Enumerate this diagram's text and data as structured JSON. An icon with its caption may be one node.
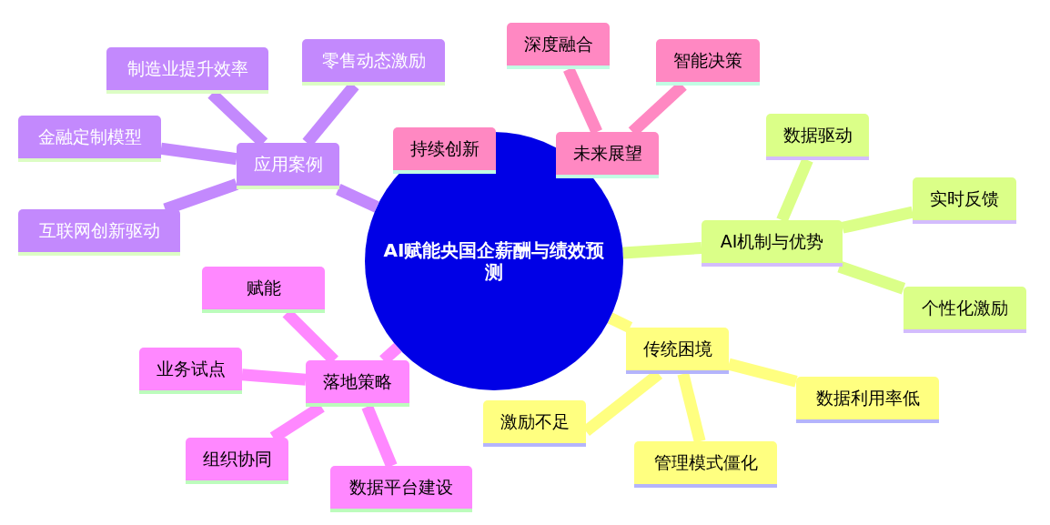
{
  "diagram": {
    "nodes": [
      {
        "text": [
          "AI赋能央国企薪酬与绩效预测"
        ]
      },
      {
        "text": [
          "应用案例"
        ]
      },
      {
        "text": [
          "制造业提升效率"
        ]
      },
      {
        "text": [
          "零售动态激励"
        ]
      },
      {
        "text": [
          "金融定制模型"
        ]
      },
      {
        "text": [
          "互联网创新驱动"
        ]
      },
      {
        "text": [
          "持续创新"
        ]
      },
      {
        "text": [
          "未来展望"
        ]
      },
      {
        "text": [
          "深度融合"
        ]
      },
      {
        "text": [
          "智能决策"
        ]
      },
      {
        "text": [
          "AI机制与优势"
        ]
      },
      {
        "text": [
          "数据驱动"
        ]
      },
      {
        "text": [
          "实时反馈"
        ]
      },
      {
        "text": [
          "个性化激励"
        ]
      },
      {
        "text": [
          "传统困境"
        ]
      },
      {
        "text": [
          "数据利用率低"
        ]
      },
      {
        "text": [
          "管理模式僵化"
        ]
      },
      {
        "text": [
          "激励不足"
        ]
      },
      {
        "text": [
          "落地策略"
        ]
      },
      {
        "text": [
          "赋能"
        ]
      },
      {
        "text": [
          "业务试点"
        ]
      },
      {
        "text": [
          "组织协同"
        ]
      },
      {
        "text": [
          "数据平台建设"
        ]
      }
    ],
    "edges": [
      {
        "from": 0,
        "to": 1,
        "arrow": "none",
        "color": "#c389fd"
      },
      {
        "from": 1,
        "to": 2,
        "arrow": "none",
        "color": "#c389fd"
      },
      {
        "from": 1,
        "to": 3,
        "arrow": "none",
        "color": "#c389fd"
      },
      {
        "from": 1,
        "to": 4,
        "arrow": "none",
        "color": "#c389fd"
      },
      {
        "from": 1,
        "to": 5,
        "arrow": "none",
        "color": "#c389fd"
      },
      {
        "from": 7,
        "to": 8,
        "arrow": "none",
        "color": "#ff88c2"
      },
      {
        "from": 7,
        "to": 9,
        "arrow": "none",
        "color": "#ff88c2"
      },
      {
        "from": 0,
        "to": 10,
        "arrow": "none",
        "color": "#dbff88"
      },
      {
        "from": 10,
        "to": 11,
        "arrow": "none",
        "color": "#dbff88"
      },
      {
        "from": 10,
        "to": 12,
        "arrow": "none",
        "color": "#dbff88"
      },
      {
        "from": 10,
        "to": 13,
        "arrow": "none",
        "color": "#dbff88"
      },
      {
        "from": 0,
        "to": 14,
        "arrow": "none",
        "color": "#ffff80"
      },
      {
        "from": 14,
        "to": 15,
        "arrow": "none",
        "color": "#ffff80"
      },
      {
        "from": 14,
        "to": 16,
        "arrow": "none",
        "color": "#ffff80"
      },
      {
        "from": 14,
        "to": 17,
        "arrow": "none",
        "color": "#ffff80"
      },
      {
        "from": 0,
        "to": 18,
        "arrow": "none",
        "color": "#ff88ff"
      },
      {
        "from": 18,
        "to": 19,
        "arrow": "none",
        "color": "#ff88ff"
      },
      {
        "from": 18,
        "to": 20,
        "arrow": "none",
        "color": "#ff88ff"
      },
      {
        "from": 18,
        "to": 21,
        "arrow": "none",
        "color": "#ff88ff"
      },
      {
        "from": 18,
        "to": 22,
        "arrow": "none",
        "color": "#ff88ff"
      }
    ]
  }
}
